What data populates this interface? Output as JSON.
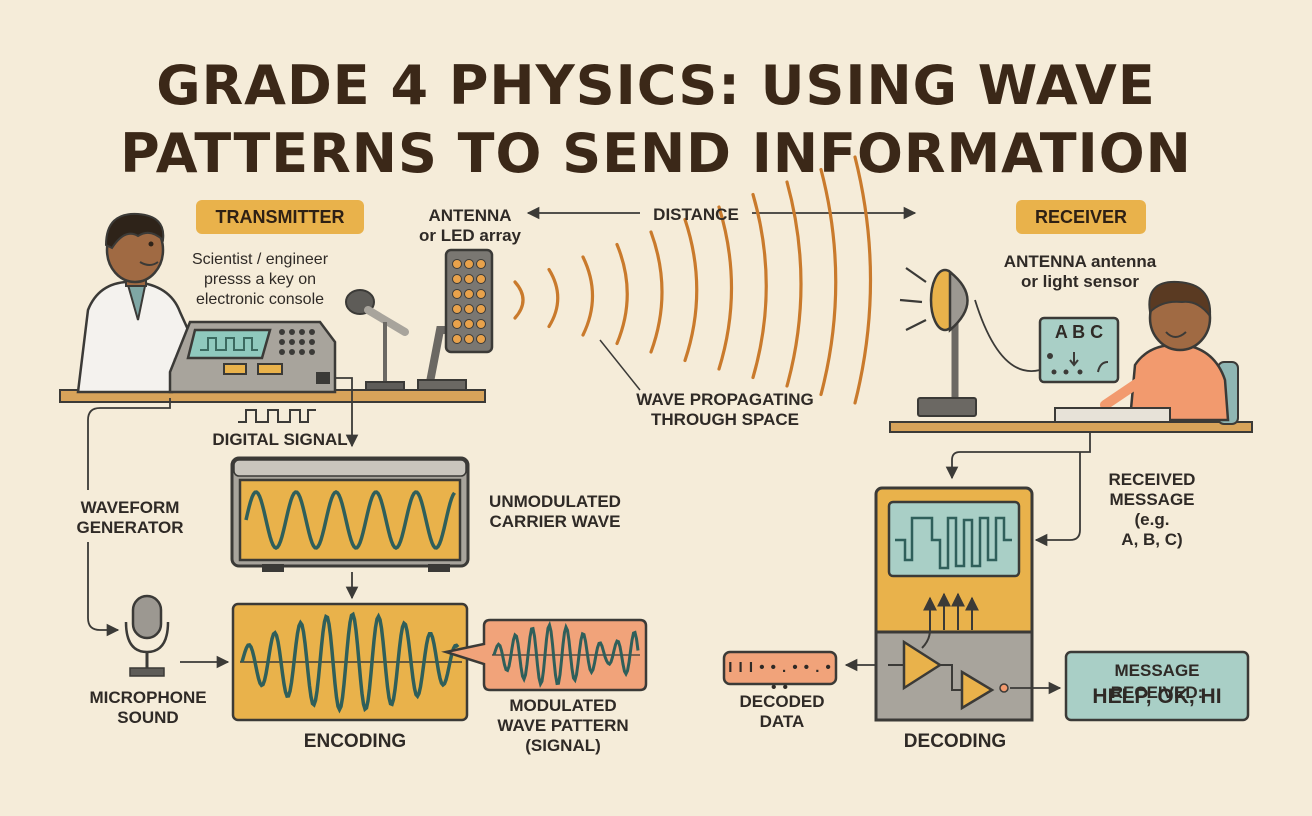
{
  "title_line1": "GRADE 4 PHYSICS: USING WAVE",
  "title_line2": "PATTERNS TO SEND INFORMATION",
  "labels": {
    "transmitter": "TRANSMITTER",
    "scientist_note": "Scientist / engineer\npresss a key on\nelectronic console",
    "antenna_tx": "ANTENNA\nor LED array",
    "distance": "DISTANCE",
    "receiver": "RECEIVER",
    "antenna_rx": "ANTENNA antenna\nor light sensor",
    "decoder_letters": "A  B  C",
    "wave_propagating": "WAVE PROPAGATING\nTHROUGH SPACE",
    "digital_signal": "DIGITAL SIGNAL",
    "waveform_generator": "WAVEFORM\nGENERATOR",
    "unmodulated_carrier": "UNMODULATED\nCARRIER WAVE",
    "microphone_sound": "MICROPHONE\nSOUND",
    "encoding": "ENCODING",
    "modulated_wave": "MODULATED\nWAVE PATTERN\n(SIGNAL)",
    "received_message": "RECEIVED\nMESSAGE\n(e.g.\nA, B, C)",
    "decoded_data": "DECODED\nDATA",
    "decoded_bits": "I I I • • . • • . • • •",
    "decoding": "DECODING",
    "message_received_title": "MESSAGE RECEIVED:",
    "message_received_text": "HELP, OK, HI"
  },
  "colors": {
    "background": "#f5ecd9",
    "accent_orange": "#e9b24b",
    "wave_orange": "#c97a2c",
    "teal_screen": "#a9cfc6",
    "salmon": "#f1a37a",
    "dark": "#3b3a37"
  },
  "icons": [
    "scientist-figure",
    "console-icon",
    "microphone-icon",
    "led-antenna-icon",
    "dish-antenna-icon",
    "child-figure",
    "oscilloscope-icon",
    "amplifier-icon"
  ]
}
